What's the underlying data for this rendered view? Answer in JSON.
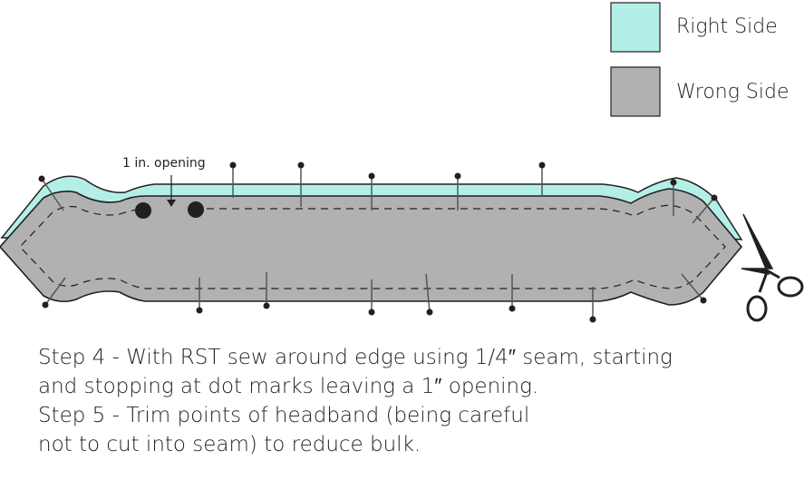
{
  "legend": {
    "right_side": {
      "label": "Right Side",
      "color": "#b3efe7"
    },
    "wrong_side": {
      "label": "Wrong Side",
      "color": "#b1b1b1"
    }
  },
  "diagram": {
    "opening_label": "1 in. opening",
    "outline_color": "#231f20",
    "pin_color": "#555555"
  },
  "instructions": [
    "Step 4 - With RST sew around edge using 1/4″ seam, starting",
    "and stopping at dot marks leaving a 1″ opening.",
    "Step 5 - Trim points of headband (being careful",
    "not to cut into seam) to reduce bulk."
  ]
}
